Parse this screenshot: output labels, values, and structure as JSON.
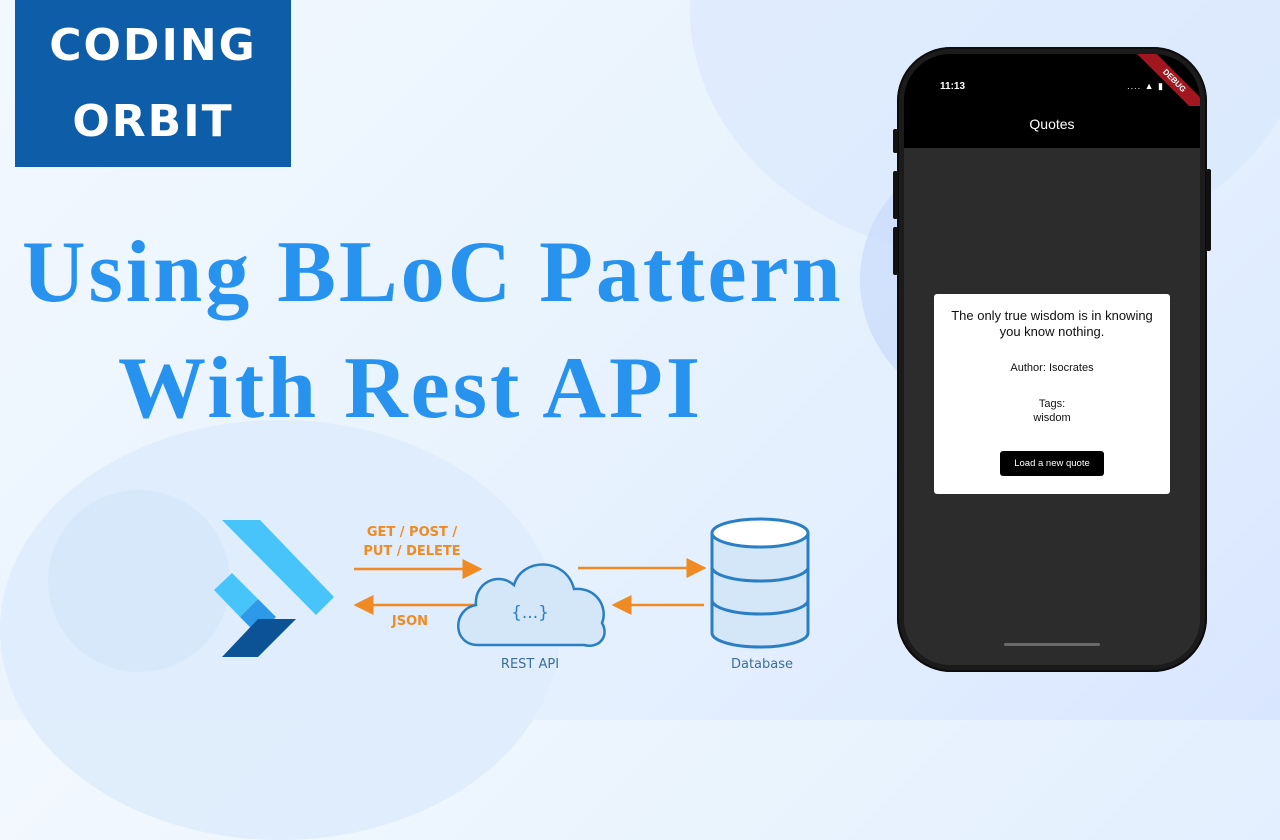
{
  "brand": {
    "line1": "CODING",
    "line2": "ORBIT"
  },
  "headline": {
    "line1": "Using BLoC Pattern",
    "line2": "With Rest API"
  },
  "diagram": {
    "request_methods_line1": "GET / POST /",
    "request_methods_line2": "PUT / DELETE",
    "response_label": "JSON",
    "cloud_symbol": "{...}",
    "cloud_label": "REST API",
    "db_label": "Database",
    "arrow_color": "#f08a22",
    "icon_color": "#2a7fc4"
  },
  "phone": {
    "status_time": "11:13",
    "status_icons": "....  ▲ ▮",
    "debug_banner": "DEBUG",
    "appbar_title": "Quotes",
    "quote": {
      "text": "The only true wisdom is in knowing you know nothing.",
      "author": "Author: Isocrates",
      "tags_label": "Tags:",
      "tags_value": "wisdom",
      "button_label": "Load a new quote"
    }
  },
  "colors": {
    "brand_bg": "#0d5da8",
    "headline": "#2893ee",
    "flutter_light": "#47c5fb",
    "flutter_dark": "#0b5394"
  }
}
